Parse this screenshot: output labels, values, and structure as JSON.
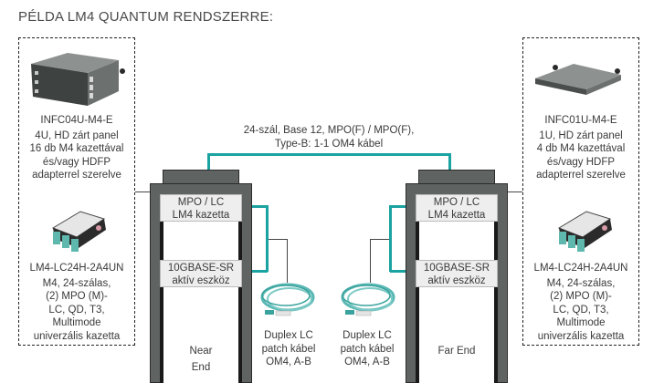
{
  "title": "PÉLDA LM4 QUANTUM RENDSZERRE:",
  "colors": {
    "cable": "#1aa3a0",
    "rack": "#5f6462",
    "rack_dark": "#1a1a1a",
    "label_bg": "#eeeeee"
  },
  "left_panel": {
    "product": {
      "code": "INFC04U-M4-E",
      "lines": [
        "4U, HD zárt panel",
        "16 db M4 kazettával",
        "és/vagy HDFP",
        "adapterrel szerelve"
      ],
      "image": "4u-enclosure-image"
    },
    "cassette": {
      "code": "LM4-LC24H-2A4UN",
      "lines": [
        "M4, 24-szálas,",
        "(2) MPO (M)-",
        "LC, QD, T3,",
        "Multimode",
        "univerzális kazetta"
      ],
      "image": "lm4-cassette-image"
    }
  },
  "right_panel": {
    "product": {
      "code": "INFC01U-M4-E",
      "lines": [
        "1U, HD zárt panel",
        "4 db M4 kazettával",
        "és/vagy HDFP",
        "adapterrel szerelve"
      ],
      "image": "1u-enclosure-image"
    },
    "cassette": {
      "code": "LM4-LC24H-2A4UN",
      "lines": [
        "M4, 24-szálas,",
        "(2) MPO (M)-",
        "LC, QD, T3,",
        "Multimode",
        "univerzális kazetta"
      ],
      "image": "lm4-cassette-image"
    }
  },
  "trunk_cable": {
    "lines": [
      "24-szál, Base 12, MPO(F) / MPO(F),",
      "Type-B: 1-1 OM4 kábel"
    ]
  },
  "near_rack": {
    "cassette_label": [
      "MPO / LC",
      "LM4 kazetta"
    ],
    "device_label": [
      "10GBASE-SR",
      "aktív eszköz"
    ],
    "end_label": [
      "Near",
      "End"
    ]
  },
  "far_rack": {
    "cassette_label": [
      "MPO / LC",
      "LM4 kazetta"
    ],
    "device_label": [
      "10GBASE-SR",
      "aktív eszköz"
    ],
    "end_label": [
      "Far End"
    ]
  },
  "patch_cables": [
    {
      "lines": [
        "Duplex LC",
        "patch kábel",
        "OM4, A-B"
      ]
    },
    {
      "lines": [
        "Duplex LC",
        "patch kábel",
        "OM4, A-B"
      ]
    }
  ]
}
